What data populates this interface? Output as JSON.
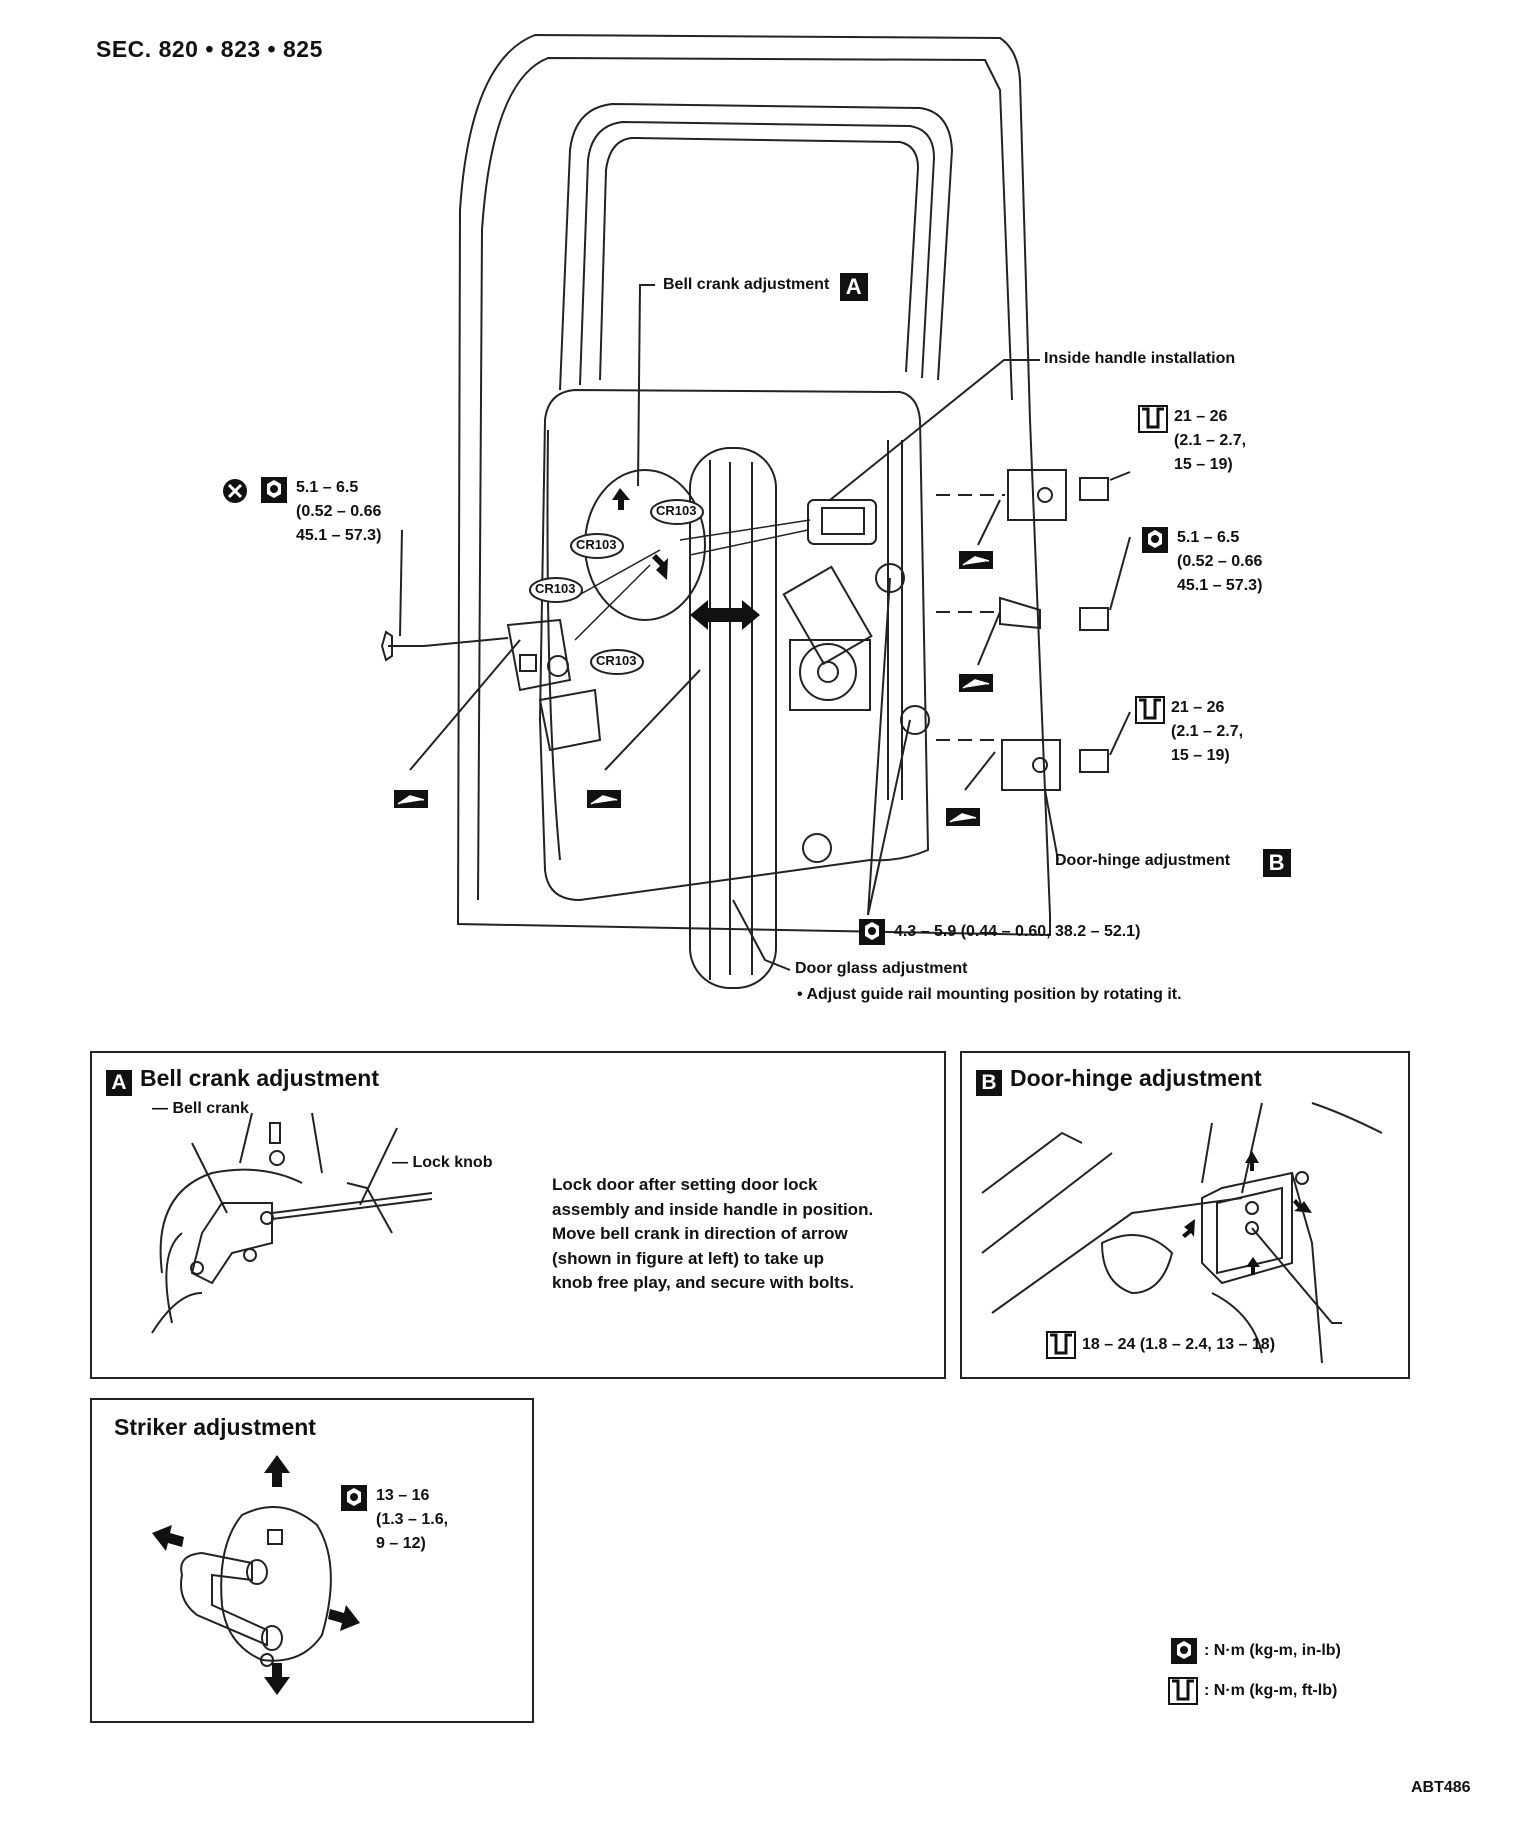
{
  "section_header": "SEC. 820 • 823 • 825",
  "figure_code": "ABT486",
  "main_diagram": {
    "bell_crank_label": "Bell crank adjustment",
    "bell_crank_ref": "A",
    "inside_handle_label": "Inside handle installation",
    "cr_labels": [
      "CR103",
      "CR103",
      "CR103",
      "CR103"
    ],
    "door_hinge_label": "Door-hinge adjustment",
    "door_hinge_ref": "B",
    "door_glass_label": "Door glass adjustment",
    "door_glass_note": "Adjust guide rail mounting position by rotating it.",
    "torque_left": [
      "5.1 – 6.5",
      "(0.52 – 0.66",
      "45.1 – 57.3)"
    ],
    "torque_hinge_upper": [
      "21 – 26",
      "(2.1 – 2.7,",
      "15 – 19)"
    ],
    "torque_middle_right": [
      "5.1 – 6.5",
      "(0.52 – 0.66",
      "45.1 – 57.3)"
    ],
    "torque_hinge_lower": [
      "21 – 26",
      "(2.1 – 2.7,",
      "15 – 19)"
    ],
    "torque_bottom": "4.3 – 5.9 (0.44 – 0.60, 38.2 – 52.1)"
  },
  "panel_a": {
    "ref": "A",
    "title": "Bell crank adjustment",
    "bell_crank_label": "Bell crank",
    "lock_knob_label": "Lock knob",
    "instructions": "Lock door after setting door lock\nassembly and inside handle in position.\nMove bell crank in direction of arrow\n(shown in figure at left) to take up\nknob free play, and secure with bolts."
  },
  "panel_b": {
    "ref": "B",
    "title": "Door-hinge adjustment",
    "torque": "18 – 24 (1.8 – 2.4, 13 – 18)"
  },
  "striker_panel": {
    "title": "Striker adjustment",
    "torque": [
      "13 – 16",
      "(1.3 – 1.6,",
      "9 – 12)"
    ]
  },
  "legend": {
    "in_lb": ": N·m (kg-m, in-lb)",
    "ft_lb": ": N·m (kg-m, ft-lb)"
  },
  "icons": [
    "torque-in-lb-icon",
    "torque-ft-lb-icon",
    "do-not-reuse-icon",
    "sealant-icon"
  ]
}
